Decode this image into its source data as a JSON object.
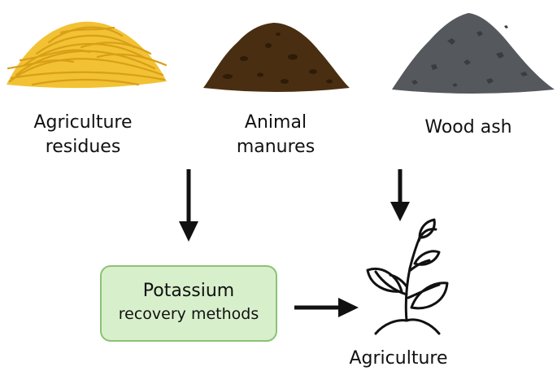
{
  "sources": [
    {
      "line1": "Agriculture",
      "line2": "residues",
      "icon": "straw-pile-icon"
    },
    {
      "line1": "Animal",
      "line2": "manures",
      "icon": "manure-pile-icon"
    },
    {
      "line1": "Wood ash",
      "icon": "ash-pile-icon"
    }
  ],
  "process": {
    "line1": "Potassium",
    "line2": "recovery methods"
  },
  "target": {
    "label": "Agriculture",
    "icon": "plant-seedling-icon"
  },
  "colors": {
    "straw": "#f2c234",
    "straw_dark": "#d89f17",
    "manure": "#4a2e12",
    "manure_dark": "#2e1b08",
    "ash": "#55585c",
    "ash_dark": "#3a3c40",
    "box_fill": "#d8efcc",
    "box_stroke": "#8cc275",
    "ink": "#111111"
  }
}
